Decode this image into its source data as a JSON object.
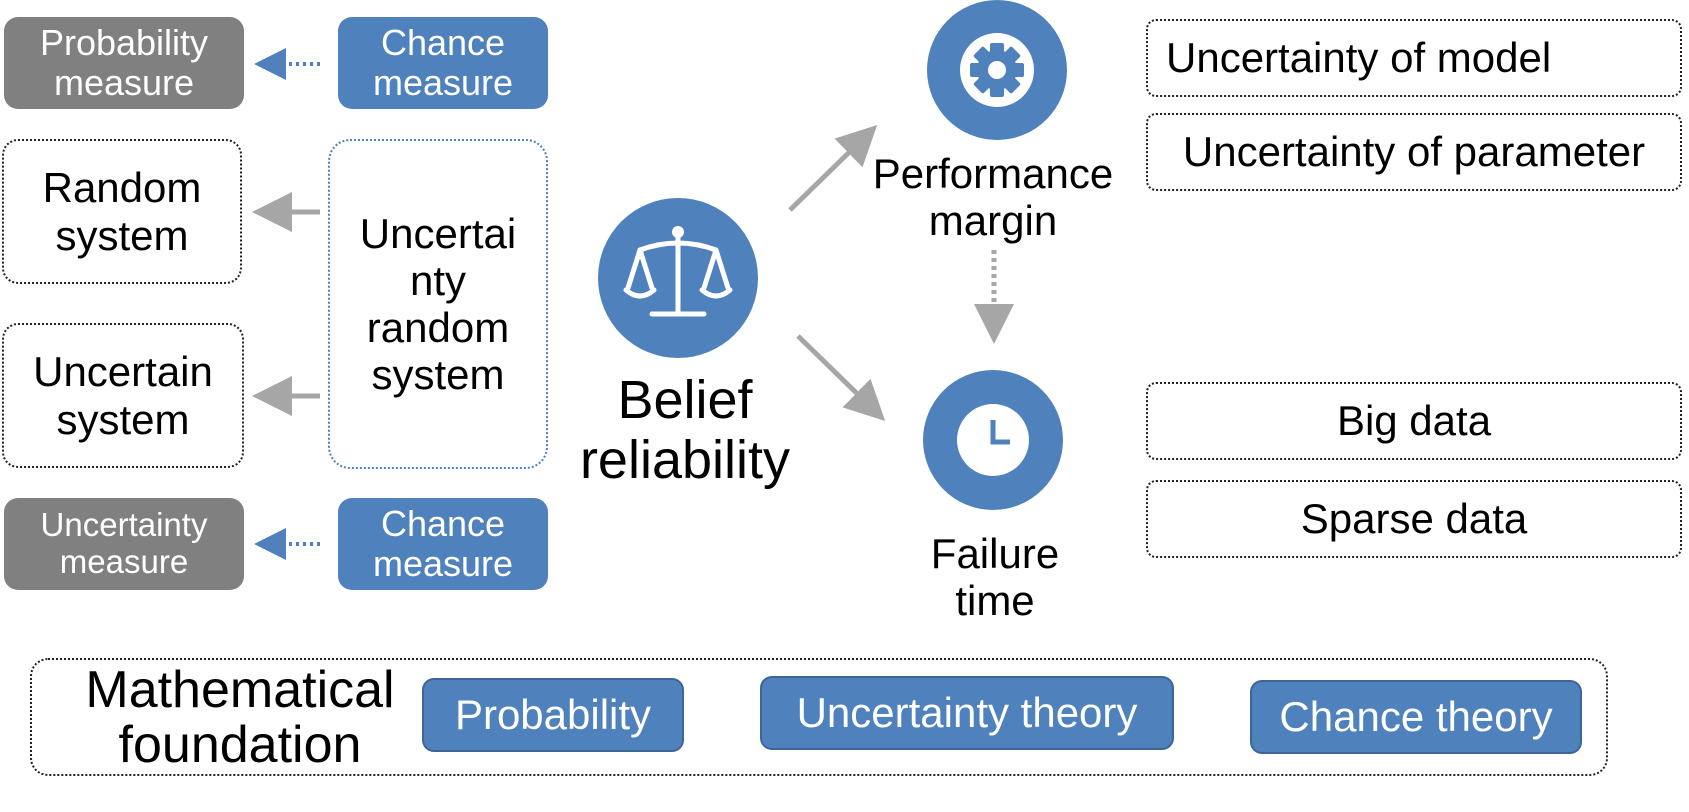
{
  "left": {
    "probability_measure": "Probability\nmeasure",
    "chance_measure_top": "Chance\nmeasure",
    "random_system": "Random\nsystem",
    "uncertain_system": "Uncertain\nsystem",
    "uncertainty_random_system": "Uncertai\nnty\nrandom\nsystem",
    "uncertainty_measure": "Uncertainty\nmeasure",
    "chance_measure_bottom": "Chance\nmeasure"
  },
  "center": {
    "belief_reliability": "Belief\nreliability",
    "performance_margin": "Performance\nmargin",
    "failure_time": "Failure\ntime"
  },
  "right": {
    "uncertainty_of_model": "Uncertainty of model",
    "uncertainty_of_parameter": "Uncertainty of parameter",
    "big_data": "Big data",
    "sparse_data": "Sparse data"
  },
  "foundation": {
    "title": "Mathematical\nfoundation",
    "probability": "Probability",
    "uncertainty_theory": "Uncertainty theory",
    "chance_theory": "Chance theory"
  },
  "icons": [
    "gear-icon",
    "scale-icon",
    "clock-icon"
  ],
  "colors": {
    "blue": "#4f81bd",
    "gray": "#808080",
    "arrow_gray": "#a6a6a6"
  }
}
